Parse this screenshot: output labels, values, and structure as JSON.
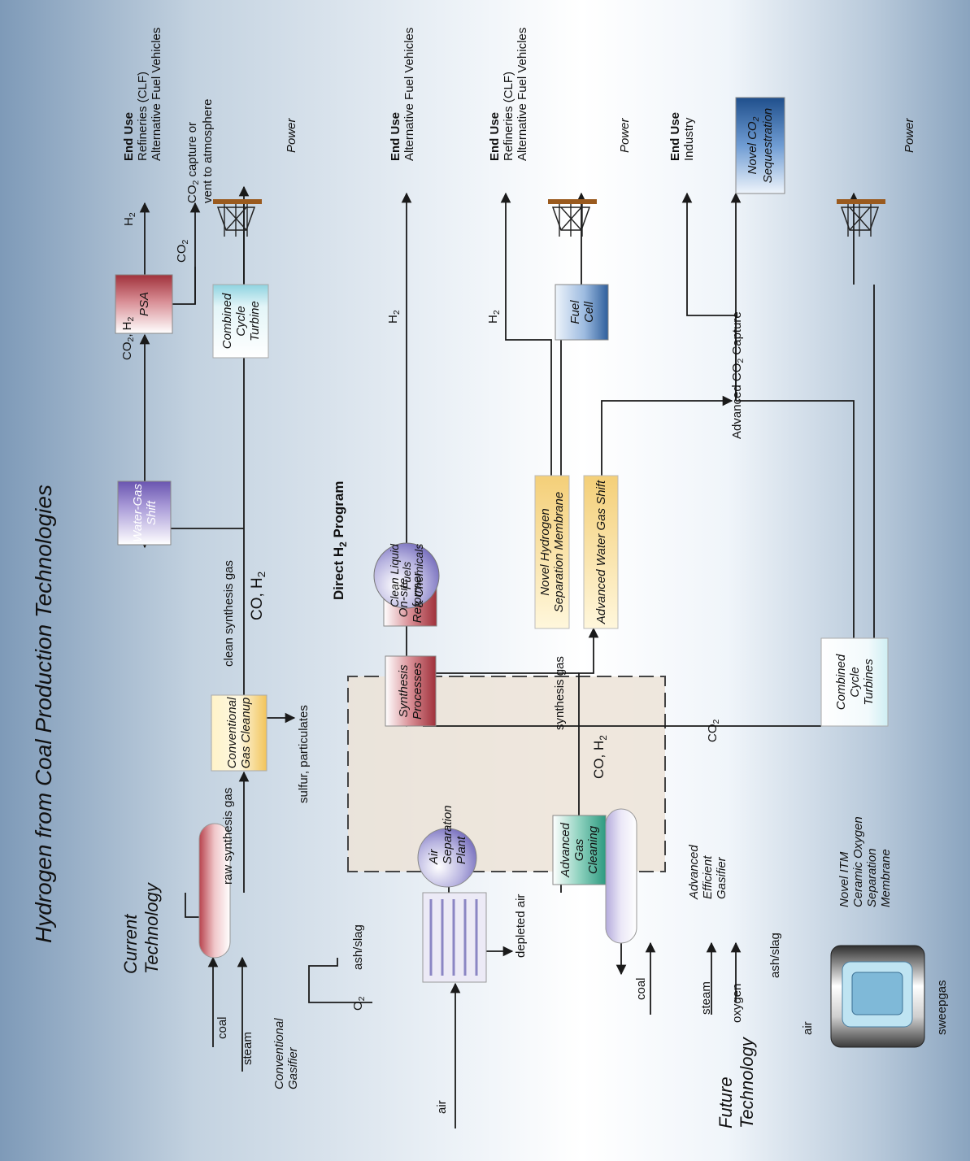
{
  "title": "Hydrogen from Coal Production Technologies",
  "sections": {
    "current": [
      "Current",
      "Technology"
    ],
    "future": [
      "Future",
      "Technology"
    ]
  },
  "program": {
    "title": "Direct H2 Program"
  },
  "boxes": {
    "water_gas_shift": [
      "Water-Gas",
      "Shift"
    ],
    "psa": [
      "PSA"
    ],
    "combined_cycle_turbine": [
      "Combined",
      "Cycle",
      "Turbine"
    ],
    "conventional_gas_cleanup": [
      "Conventional",
      "Gas Cleanup"
    ],
    "on_site_reformer": [
      "On-site",
      "Reformer"
    ],
    "fuel_cell": [
      "Fuel",
      "Cell"
    ],
    "novel_membrane": [
      "Novel Hydrogen",
      "Separation Membrane"
    ],
    "advanced_wgs": [
      "Advanced Water Gas Shift"
    ],
    "clean_liquid_fuels": [
      "Clean Liquid",
      "Fuels",
      "& Chemicals"
    ],
    "synthesis_processes": [
      "Synthesis",
      "Processes"
    ],
    "combined_cycle_turbines": [
      "Combined",
      "Cycle",
      "Turbines"
    ],
    "novel_co2_sequestration": [
      "Novel CO2",
      "Sequestration"
    ],
    "advanced_gas_cleaning": [
      "Advanced",
      "Gas",
      "Cleaning"
    ],
    "advanced_gasifier": [
      "Advanced",
      "Efficient",
      "Gasifier"
    ],
    "conventional_gasifier": [
      "Conventional",
      "Gasifier"
    ],
    "air_separation_plant": [
      "Air",
      "Separation",
      "Plant"
    ],
    "itm_membrane": [
      "Novel ITM",
      "Ceramic Oxygen",
      "Separation",
      "Membrane"
    ]
  },
  "labels": {
    "coal": "coal",
    "steam": "steam",
    "air": "air",
    "o2": "O2",
    "ash_slag": "ash/slag",
    "depleted_air": "depleted air",
    "raw_synthesis_gas": "raw synthesis gas",
    "sulfur_particulates": "sulfur, particulates",
    "clean_synthesis_gas": "clean synthesis gas",
    "co_h2": "CO, H2",
    "co2_h2": "CO2, H2",
    "h2": "H2",
    "co2": "CO2",
    "synthesis_gas": "synthesis gas",
    "oxygen": "oxygen",
    "sweepgas": "sweepgas",
    "advanced_co2_capture": "Advanced CO2 Capture",
    "co2_capture_vent": [
      "CO2 capture or",
      "vent to atmosphere"
    ],
    "power": "Power"
  },
  "end_uses": {
    "row1": [
      "End Use",
      "Refineries (CLF)",
      "Alternative Fuel Vehicles"
    ],
    "row2": [
      "End Use",
      "Alternative Fuel Vehicles"
    ],
    "row3": [
      "End Use",
      "Refineries (CLF)",
      "Alternative Fuel Vehicles"
    ],
    "row4": [
      "End Use",
      "Industry"
    ]
  },
  "colors": {
    "red": "#a0313b",
    "purple": "#6a55b0",
    "cyan": "#8fd3e0",
    "yellow": "#f2c45a",
    "blue": "#1f4f8c",
    "green": "#2e9a80",
    "lavender": "#9690cc",
    "orange": "#9a5a1e",
    "beige": "#ece3d7",
    "lines": "#1a1a1a"
  },
  "icons": [
    "power-tower-icon",
    "gasifier-icon",
    "air-separation-plant-icon",
    "ceramic-membrane-icon"
  ]
}
